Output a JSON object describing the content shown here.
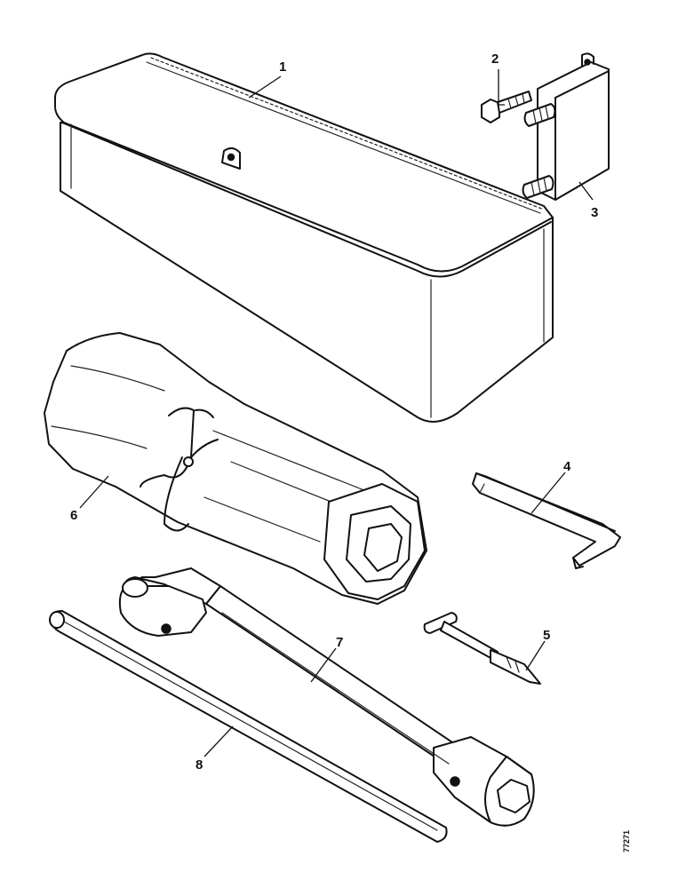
{
  "callouts": {
    "c1": "1",
    "c2": "2",
    "c3": "3",
    "c4": "4",
    "c5": "5",
    "c6": "6",
    "c7": "7",
    "c8": "8"
  },
  "figure_ref": "77271"
}
